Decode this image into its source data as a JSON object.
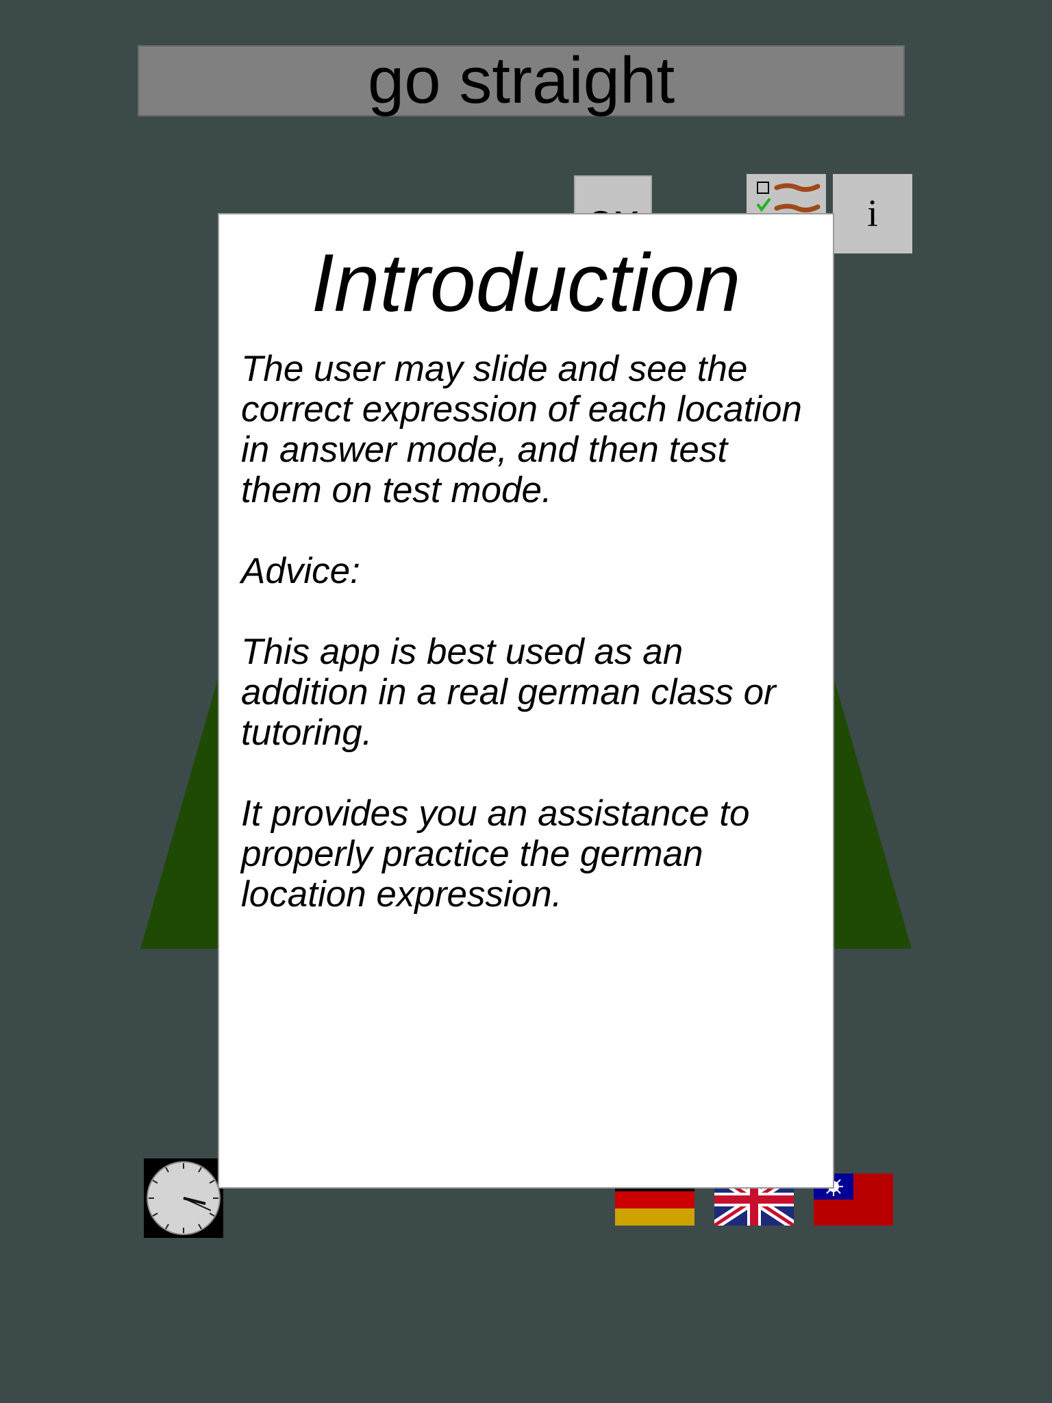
{
  "header": {
    "instruction": "go straight"
  },
  "toolbar": {
    "ex_label": "ex",
    "info_label": "i"
  },
  "modal": {
    "title": "Introduction",
    "body": "The user may slide and see the correct expression of each location in answer mode, and then test them on test mode.\n\nAdvice:\n\nThis app is best used as an addition in a real german class or tutoring.\n\nIt provides you an assistance to properly practice the german location expression."
  },
  "colors": {
    "background": "#3c4b4a",
    "road": "#1e4a04",
    "title_bar": "#808080",
    "button": "#c4c4c4"
  },
  "icons": {
    "clock": "clock-icon",
    "checklist": "checklist-icon",
    "flags": [
      "german-flag-icon",
      "uk-flag-icon",
      "taiwan-flag-icon"
    ]
  }
}
